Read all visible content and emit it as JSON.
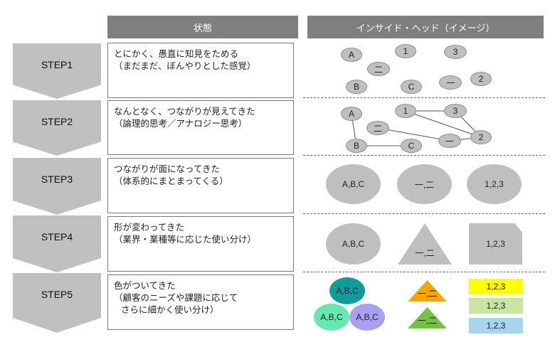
{
  "headers": {
    "state": "状態",
    "insight": "インサイド・ヘッド（イメージ）"
  },
  "steps": [
    {
      "label": "STEP1",
      "lines": [
        "とにかく、愚直に知見をためる",
        "（まだまだ、ぼんやりとした感覚）"
      ]
    },
    {
      "label": "STEP2",
      "lines": [
        "なんとなく、つながりが見えてきた",
        "（論理的思考／アナロジー思考）"
      ]
    },
    {
      "label": "STEP3",
      "lines": [
        "つながりが面になってきた",
        "（体系的にまとまってくる）"
      ]
    },
    {
      "label": "STEP4",
      "lines": [
        "形が変わってきた",
        "（業界・業種等に応じた使い分け）"
      ]
    },
    {
      "label": "STEP5",
      "lines": [
        "色がついてきた",
        "（顧客のニーズや課題に応じて",
        "さらに細かく使い分け）"
      ]
    }
  ],
  "insight": {
    "step1": {
      "a": "A",
      "b": "B",
      "c": "C",
      "one": "1",
      "two": "2",
      "three": "3",
      "ichi": "一",
      "ni": "二"
    },
    "step2": {
      "a": "A",
      "b": "B",
      "c": "C",
      "one": "1",
      "two": "2",
      "three": "3",
      "ichi": "一",
      "ni": "二"
    },
    "step3": {
      "abc": "A,B,C",
      "kanji": "一,二",
      "nums": "1,2,3"
    },
    "step4": {
      "abc": "A,B,C",
      "kanji": "一,二",
      "nums": "1,2,3"
    },
    "step5": {
      "abc1": "A,B,C",
      "abc2": "A,B,C",
      "abc3": "A,B,C",
      "kanji1": "一,二",
      "kanji2": "一,二",
      "nums1": "1,2,3",
      "nums2": "1,2,3",
      "nums3": "1,2,3"
    }
  },
  "colors": {
    "teal": "#139a9b",
    "mint": "#66e8b0",
    "lavender": "#a9a0f2",
    "orange": "#f7a600",
    "green": "#72c243",
    "yellow": "#ffff00",
    "lightgreen": "#c8e6a0",
    "lightblue": "#a9d4ee"
  }
}
